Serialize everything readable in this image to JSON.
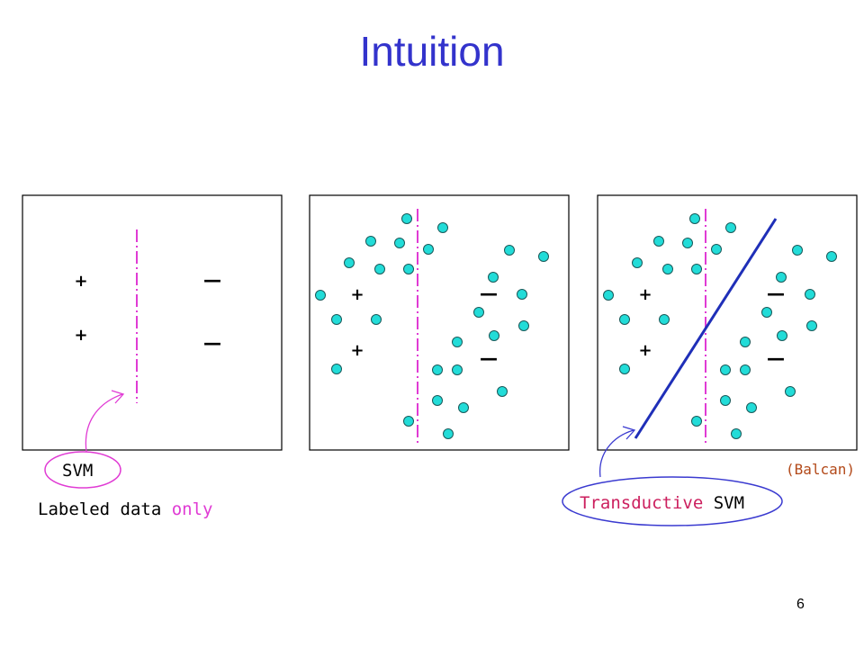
{
  "slide": {
    "title": "Intuition",
    "page_number": "6"
  },
  "labels": {
    "svm": "SVM",
    "labeled_data_prefix": "Labeled data ",
    "labeled_data_accent": "only",
    "transductive_accent": "Transductive",
    "transductive_rest": " SVM",
    "credit": "(Balcan)"
  },
  "symbols": {
    "positive": "+",
    "negative": "—"
  },
  "colors": {
    "title": "#3333cc",
    "boundary_dashdot": "#e03bd4",
    "transductive_line": "#1f2fb8",
    "unlabeled_point_fill": "#22dcd8",
    "ellipse_svm": "#e03bd4",
    "ellipse_tsvm": "#3a3ad0",
    "arrow": "#e03bd4"
  }
}
